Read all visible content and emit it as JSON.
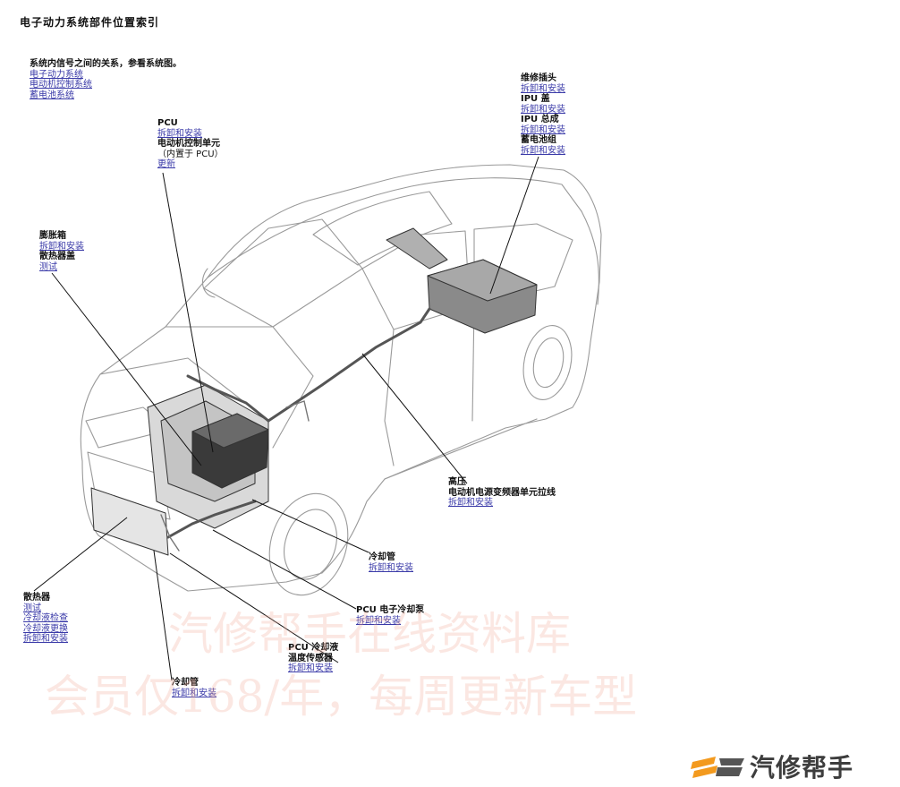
{
  "page_title": "电子动力系统部件位置索引",
  "intro": {
    "text": "系统内信号之间的关系，参看系统图。",
    "links": [
      "电子动力系统",
      "电动机控制系统",
      "蓄电池系统"
    ]
  },
  "callouts": {
    "pcu": {
      "label": "PCU",
      "link1": "拆卸和安装",
      "label2": "电动机控制单元",
      "note": "（内置于 PCU）",
      "link2": "更新"
    },
    "expansion_tank": {
      "label": "膨胀箱",
      "link1": "拆卸和安装",
      "label2": "散热器盖",
      "link2": "测试"
    },
    "service_plug": {
      "label1": "维修插头",
      "link1": "拆卸和安装",
      "label2": "IPU 盖",
      "link2": "拆卸和安装",
      "label3": "IPU 总成",
      "link3": "拆卸和安装",
      "label4": "蓄电池组",
      "link4": "拆卸和安装"
    },
    "hv_cable": {
      "label1": "高压",
      "label2": "电动机电源变频器单元拉线",
      "link": "拆卸和安装"
    },
    "coolant_pipe_1": {
      "label": "冷却管",
      "link": "拆卸和安装"
    },
    "pcu_pump": {
      "label": "PCU 电子冷却泵",
      "link": "拆卸和安装"
    },
    "pcu_sensor": {
      "label1": "PCU 冷却液",
      "label2": "温度传感器",
      "link": "拆卸和安装"
    },
    "coolant_pipe_2": {
      "label": "冷却管",
      "link": "拆卸和安装"
    },
    "radiator": {
      "label": "散热器",
      "links": [
        "测试",
        "冷却液检查",
        "冷却液更换",
        "拆卸和安装"
      ]
    }
  },
  "watermark": {
    "line1": "汽修帮手在线资料库",
    "line2": "会员仅168/年，每周更新车型"
  },
  "logo": {
    "text": "汽修帮手"
  },
  "colors": {
    "link": "#3a3aa8",
    "watermark": "#f0aa96",
    "logo_orange": "#f39a1e"
  }
}
